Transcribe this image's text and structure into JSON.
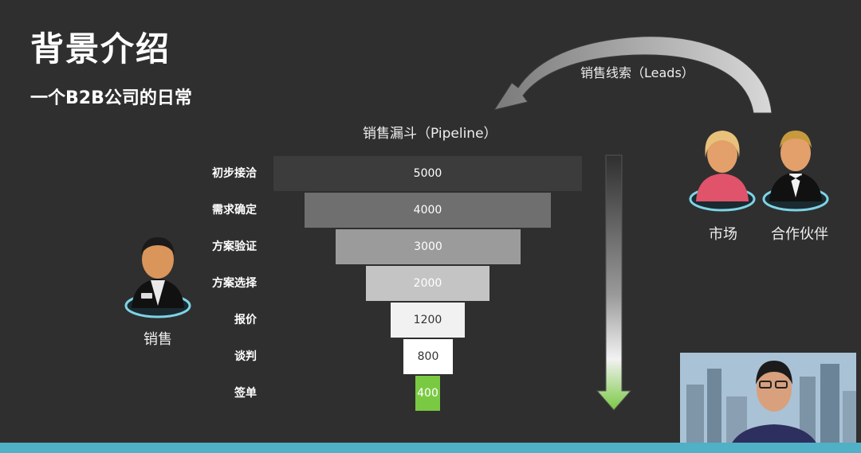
{
  "header": {
    "title": "背景介绍",
    "subtitle": "一个B2B公司的日常"
  },
  "pipeline": {
    "title": "销售漏斗（Pipeline）",
    "stages": [
      {
        "label": "初步接洽",
        "value": "5000",
        "color": "#3c3c3c",
        "text_color": "#ffffff"
      },
      {
        "label": "需求确定",
        "value": "4000",
        "color": "#6f6f6f",
        "text_color": "#ffffff"
      },
      {
        "label": "方案验证",
        "value": "3000",
        "color": "#9b9b9b",
        "text_color": "#ffffff"
      },
      {
        "label": "方案选择",
        "value": "2000",
        "color": "#c4c4c4",
        "text_color": "#ffffff"
      },
      {
        "label": "报价",
        "value": "1200",
        "color": "#f1f1f1",
        "text_color": "#333333"
      },
      {
        "label": "谈判",
        "value": "800",
        "color": "#ffffff",
        "text_color": "#333333"
      },
      {
        "label": "签单",
        "value": "400",
        "color": "#7ac943",
        "text_color": "#ffffff"
      }
    ]
  },
  "leads": {
    "label": "销售线索（Leads）"
  },
  "roles": {
    "sales": "销售",
    "marketing": "市场",
    "partner": "合作伙伴"
  }
}
